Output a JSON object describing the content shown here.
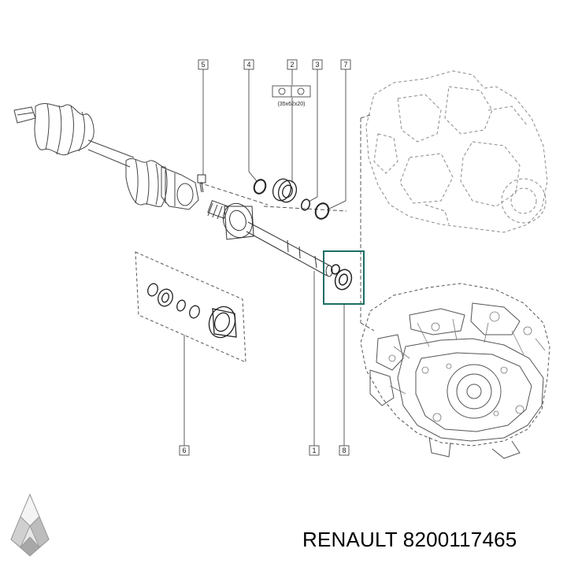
{
  "callouts": {
    "c1": "1",
    "c2": "2",
    "c3": "3",
    "c4": "4",
    "c5": "5",
    "c6": "6",
    "c7": "7",
    "c8": "8"
  },
  "bearing_spec": "(35x62x20)",
  "part_number": "RENAULT 8200117465",
  "colors": {
    "highlight_box": "#1a6e63",
    "line": "#333333",
    "engine": "#8a8a8a"
  },
  "icons": {
    "brand_logo": "renault-diamond-logo"
  }
}
